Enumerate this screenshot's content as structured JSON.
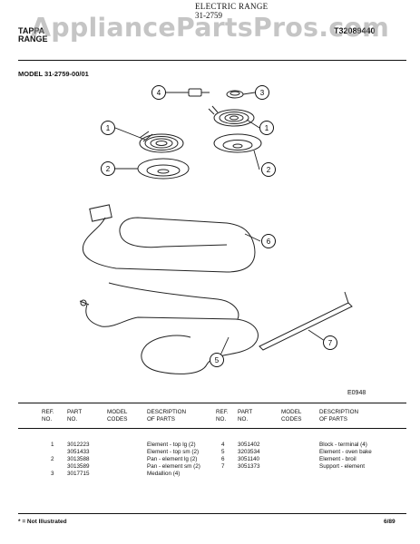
{
  "header": {
    "title": "ELECTRIC RANGE",
    "code": "31-2759",
    "brand_line1": "TAPPA",
    "brand_line2": "RANGE",
    "doc_number": "T32089440",
    "watermark": "AppliancePartsPros.com"
  },
  "model": "MODEL 31-2759-00/01",
  "diagram": {
    "callouts": [
      "1",
      "2",
      "3",
      "4",
      "5",
      "6",
      "7"
    ],
    "figure_code": "E0948"
  },
  "table": {
    "headers": {
      "ref_no": "REF. NO.",
      "part_no": "PART NO.",
      "model_codes": "MODEL CODES",
      "description": "DESCRIPTION OF PARTS"
    },
    "left_rows": [
      {
        "ref": "1",
        "part": "3012223",
        "desc": "Element - top lg (2)"
      },
      {
        "ref": "",
        "part": "3051433",
        "desc": "Element - top sm (2)"
      },
      {
        "ref": "2",
        "part": "3013588",
        "desc": "Pan - element lg (2)"
      },
      {
        "ref": "",
        "part": "3013589",
        "desc": "Pan - element sm (2)"
      },
      {
        "ref": "3",
        "part": "3017715",
        "desc": "Medallion (4)"
      }
    ],
    "right_rows": [
      {
        "ref": "4",
        "part": "3051402",
        "desc": "Block - terminal (4)"
      },
      {
        "ref": "5",
        "part": "3203534",
        "desc": "Element - oven bake"
      },
      {
        "ref": "6",
        "part": "3051140",
        "desc": "Element - broil"
      },
      {
        "ref": "7",
        "part": "3051373",
        "desc": "Support - element"
      }
    ]
  },
  "footer": {
    "note": "* = Not Illustrated",
    "date": "6/89"
  }
}
